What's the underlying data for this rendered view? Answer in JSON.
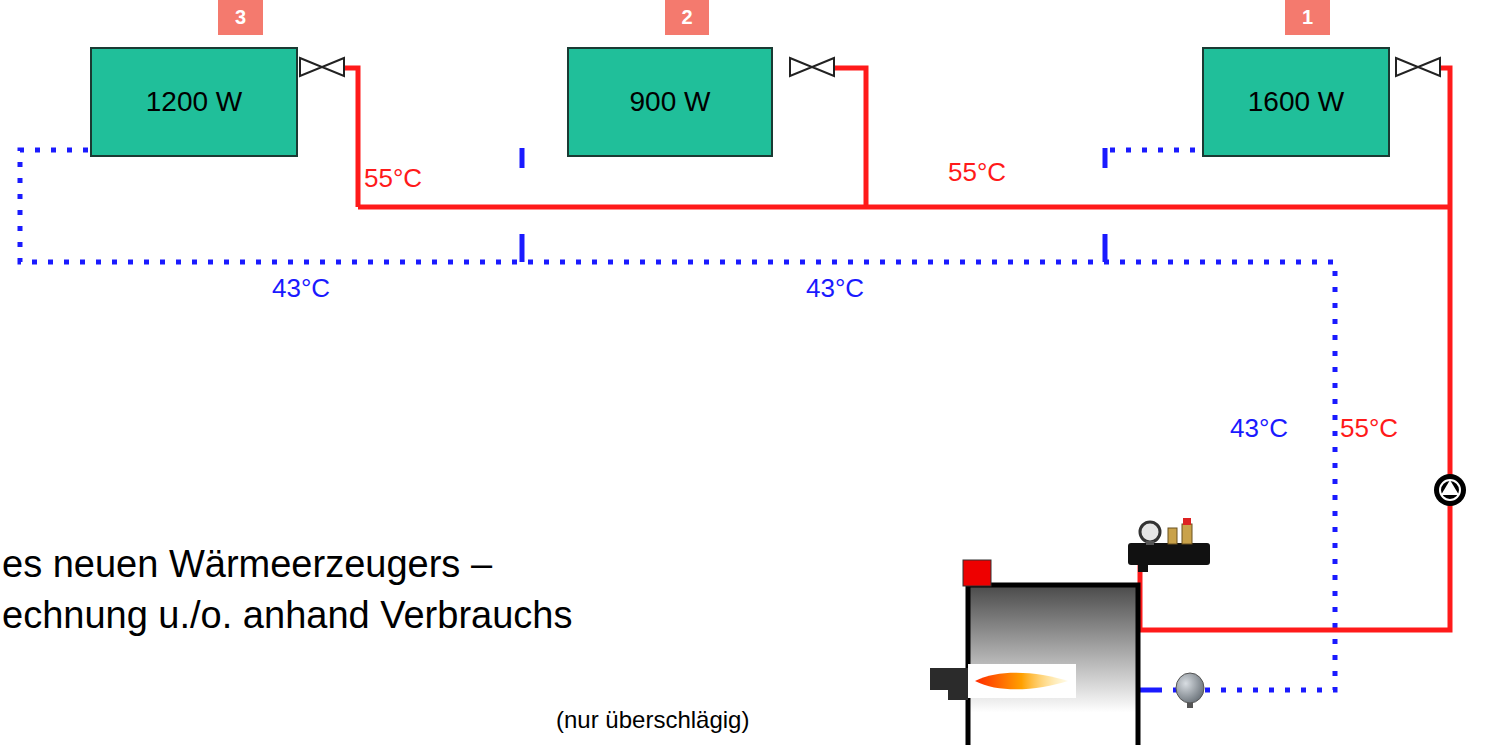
{
  "diagram": {
    "nodes": [
      {
        "text": [
          "3"
        ]
      },
      {
        "text": [
          "2"
        ]
      },
      {
        "text": [
          "1"
        ]
      },
      {
        "text": [
          "1200 W"
        ]
      },
      {
        "text": [
          "900 W"
        ]
      },
      {
        "text": [
          "1600 W"
        ]
      }
    ],
    "labels": [
      "55°C",
      "55°C",
      "43°C",
      "43°C",
      "43°C",
      "55°C",
      "es neuen Wärmeerzeugers –",
      "echnung u./o. anhand Verbrauchs",
      "(nur überschlägig)"
    ]
  }
}
